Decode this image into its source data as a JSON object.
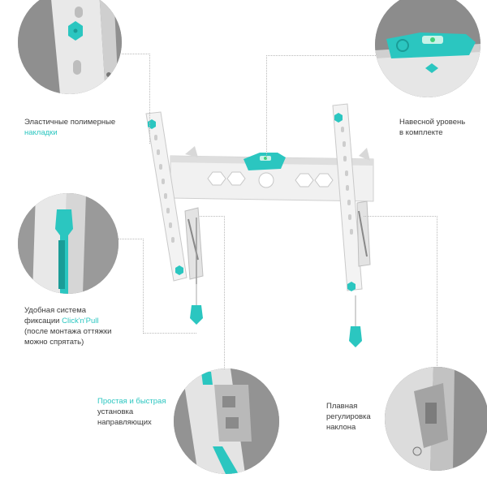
{
  "colors": {
    "accent": "#2bc6c0",
    "text": "#3a3a3a",
    "leader": "#b9b9b9",
    "photo_gray": "#9a9a9a"
  },
  "callouts": {
    "pads": {
      "line1": "Эластичные полимерные",
      "line2": "накладки"
    },
    "level": {
      "line1": "Навесной уровень",
      "line2": "в комплекте"
    },
    "clicknpull": {
      "line1": "Удобная система",
      "line2_prefix": "фиксации ",
      "line2_accent": "Click'n'Pull",
      "line3": "(после монтажа оттяжки",
      "line4": "можно спрятать)"
    },
    "install": {
      "line1": "Простая и быстрая",
      "line2": "установка",
      "line3": "направляющих"
    },
    "tilt": {
      "line1": "Плавная",
      "line2": "регулировка",
      "line3": "наклона"
    }
  }
}
